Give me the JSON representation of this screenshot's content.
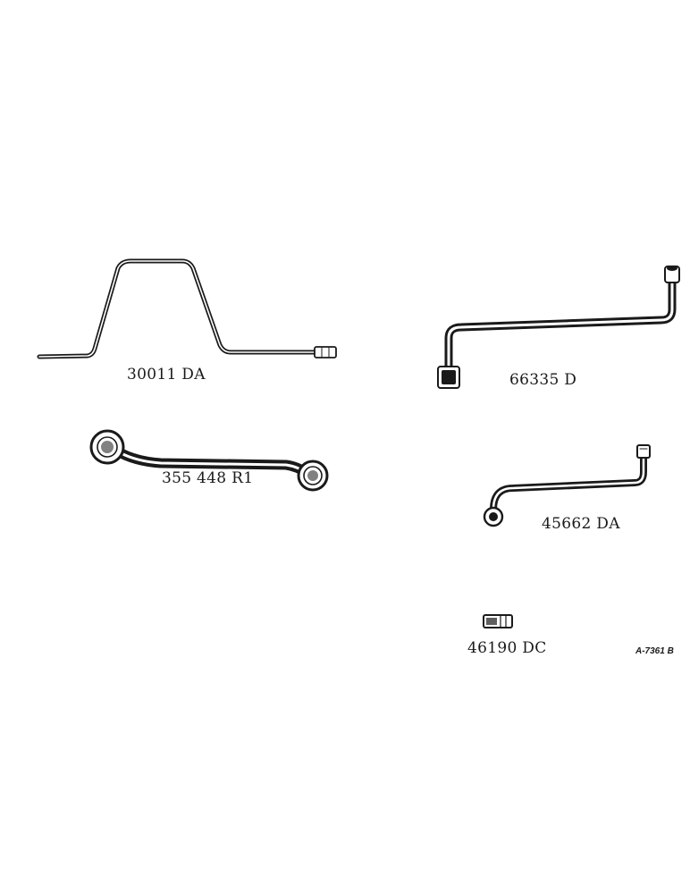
{
  "tools": [
    {
      "part_number": "30011 DA",
      "icon": "s-bend-socket-wrench-icon"
    },
    {
      "part_number": "66335 D",
      "icon": "offset-socket-wrench-icon"
    },
    {
      "part_number": "355 448 R1",
      "icon": "box-end-wrench-icon"
    },
    {
      "part_number": "45662 DA",
      "icon": "offset-socket-wrench-small-icon"
    },
    {
      "part_number": "46190 DC",
      "icon": "socket-icon"
    }
  ],
  "figure_ref": "A-7361 B",
  "colors": {
    "ink": "#1a1a1a",
    "background": "#ffffff"
  }
}
